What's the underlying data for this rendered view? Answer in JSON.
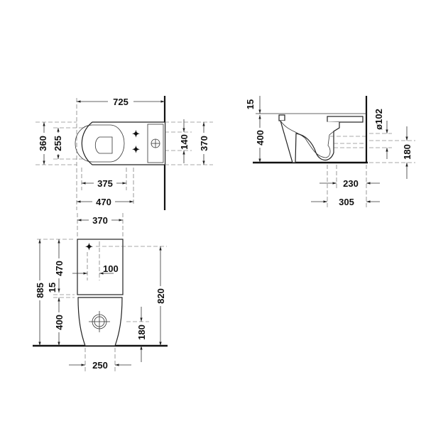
{
  "diagram": {
    "subject": "Close-coupled toilet technical dimension drawing",
    "units": "mm",
    "views": {
      "top": {
        "dims": {
          "overall_length": "725",
          "bowl_width": "360",
          "seat_inner_width": "255",
          "tank_to_fixing": "375",
          "bowl_depth": "470",
          "fixing_spacing": "140",
          "tank_width": "370"
        }
      },
      "side": {
        "dims": {
          "seat_thickness": "15",
          "seat_height": "400",
          "outlet_diameter": "ø102",
          "outlet_height": "180",
          "outlet_from_wall_near": "230",
          "outlet_from_wall_far": "305"
        }
      },
      "front": {
        "dims": {
          "tank_width": "370",
          "tank_height": "470",
          "button_offset": "100",
          "gap": "15",
          "bowl_height": "400",
          "total_height": "885",
          "inlet_height": "820",
          "outlet_height": "180",
          "foot_width": "250"
        }
      }
    }
  }
}
